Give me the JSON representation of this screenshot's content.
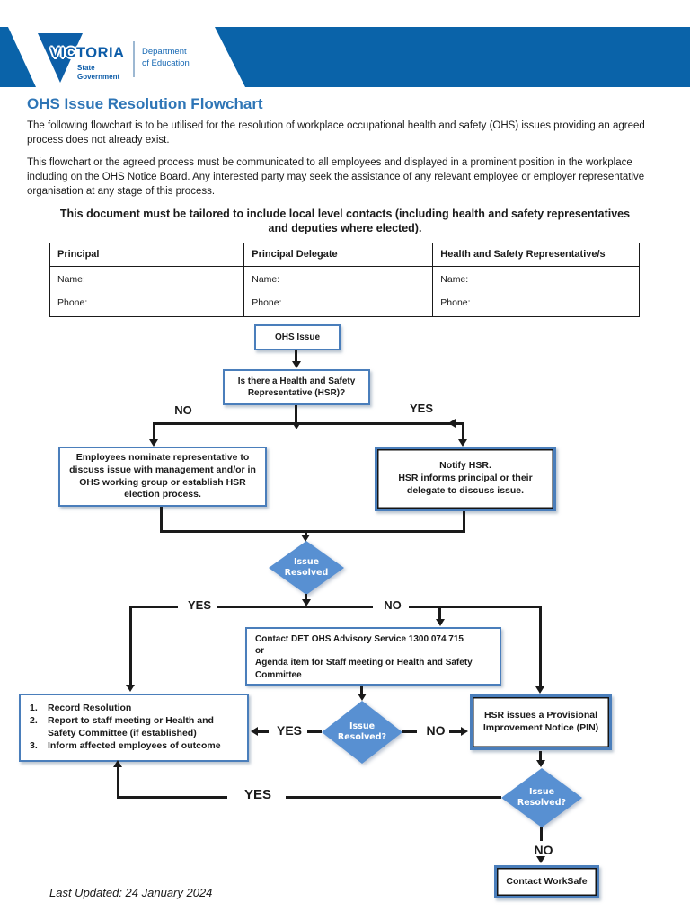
{
  "header": {
    "victoria": "VICTORIA",
    "state_government_line1": "State",
    "state_government_line2": "Government",
    "department_line1": "Department",
    "department_line2": "of Education"
  },
  "page": {
    "title": "OHS Issue Resolution Flowchart",
    "paragraph1": "The following flowchart is to be utilised for the resolution of workplace occupational health and safety (OHS) issues providing an agreed process does not already exist.",
    "paragraph2": "This flowchart or the agreed process must be communicated to all employees and displayed in a prominent position in the workplace including on the OHS Notice Board. Any interested party may seek the assistance of any relevant employee or employer representative organisation at any stage of this process.",
    "bold_notice": "This document must be tailored to include local level contacts (including health and safety representatives and deputies where elected).",
    "last_updated": "Last Updated: 24 January 2024"
  },
  "contacts_table": {
    "columns": [
      "Principal",
      "Principal Delegate",
      "Health and Safety Representative/s"
    ],
    "fields": [
      "Name:",
      "Phone:"
    ]
  },
  "labels": {
    "yes": "YES",
    "no": "NO"
  },
  "flowchart": {
    "ohs_issue": "OHS Issue",
    "hsr_question": "Is there a Health and Safety Representative (HSR)?",
    "employees_nominate": "Employees nominate representative to discuss issue with management and/or in OHS working group or establish HSR election process.",
    "notify_line1": "Notify HSR.",
    "notify_line2": "HSR informs principal or their delegate to discuss issue.",
    "diamond1_line1": "Issue",
    "diamond1_line2": "Resolved",
    "contact_det_line1": "Contact DET OHS Advisory Service 1300 074 715",
    "contact_det_line2": "or",
    "contact_det_line3": "Agenda item for Staff meeting or Health and Safety Committee",
    "record_items": [
      {
        "num": "1.",
        "text": "Record Resolution"
      },
      {
        "num": "2.",
        "text": "Report to staff meeting or Health and Safety Committee (if established)"
      },
      {
        "num": "3.",
        "text": "Inform affected employees of outcome"
      }
    ],
    "diamond2_line1": "Issue",
    "diamond2_line2": "Resolved?",
    "pin_box": "HSR issues a Provisional Improvement Notice (PIN)",
    "diamond3_line1": "Issue",
    "diamond3_line2": "Resolved?",
    "contact_worksafe": "Contact WorkSafe"
  },
  "colors": {
    "banner_blue": "#0a63a9",
    "title_blue": "#2e75b6",
    "box_border_blue": "#4a7ebb",
    "diamond_blue": "#5890d2"
  }
}
